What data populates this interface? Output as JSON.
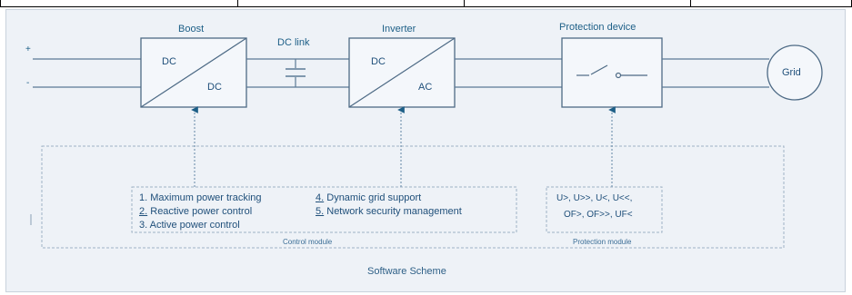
{
  "terminals": {
    "positive": "+",
    "negative": "-"
  },
  "boost": {
    "title": "Boost",
    "in_label": "DC",
    "out_label": "DC"
  },
  "dc_link": {
    "title": "DC link"
  },
  "inverter": {
    "title": "Inverter",
    "in_label": "DC",
    "out_label": "AC"
  },
  "protection_device": {
    "title": "Protection device"
  },
  "grid": {
    "label": "Grid"
  },
  "control_module": {
    "caption": "Control module",
    "items": [
      {
        "num": "1.",
        "text": "Maximum power tracking"
      },
      {
        "num": "2.",
        "text": "Reactive power control"
      },
      {
        "num": "3.",
        "text": "Active power control"
      },
      {
        "num": "4.",
        "text": "Dynamic grid support"
      },
      {
        "num": "5.",
        "text": "Network security management"
      }
    ]
  },
  "protection_module": {
    "caption": "Protection module",
    "line1": "U>, U>>, U<, U<<,",
    "line2": "OF>, OF>>, UF<"
  },
  "software_scheme": {
    "caption": "Software Scheme"
  },
  "colors": {
    "line": "#5b7a96",
    "accent": "#1d5f87",
    "box_fill": "#f4f7fb",
    "panel_fill": "#eef2f7",
    "dashed": "#9fb2c4"
  }
}
